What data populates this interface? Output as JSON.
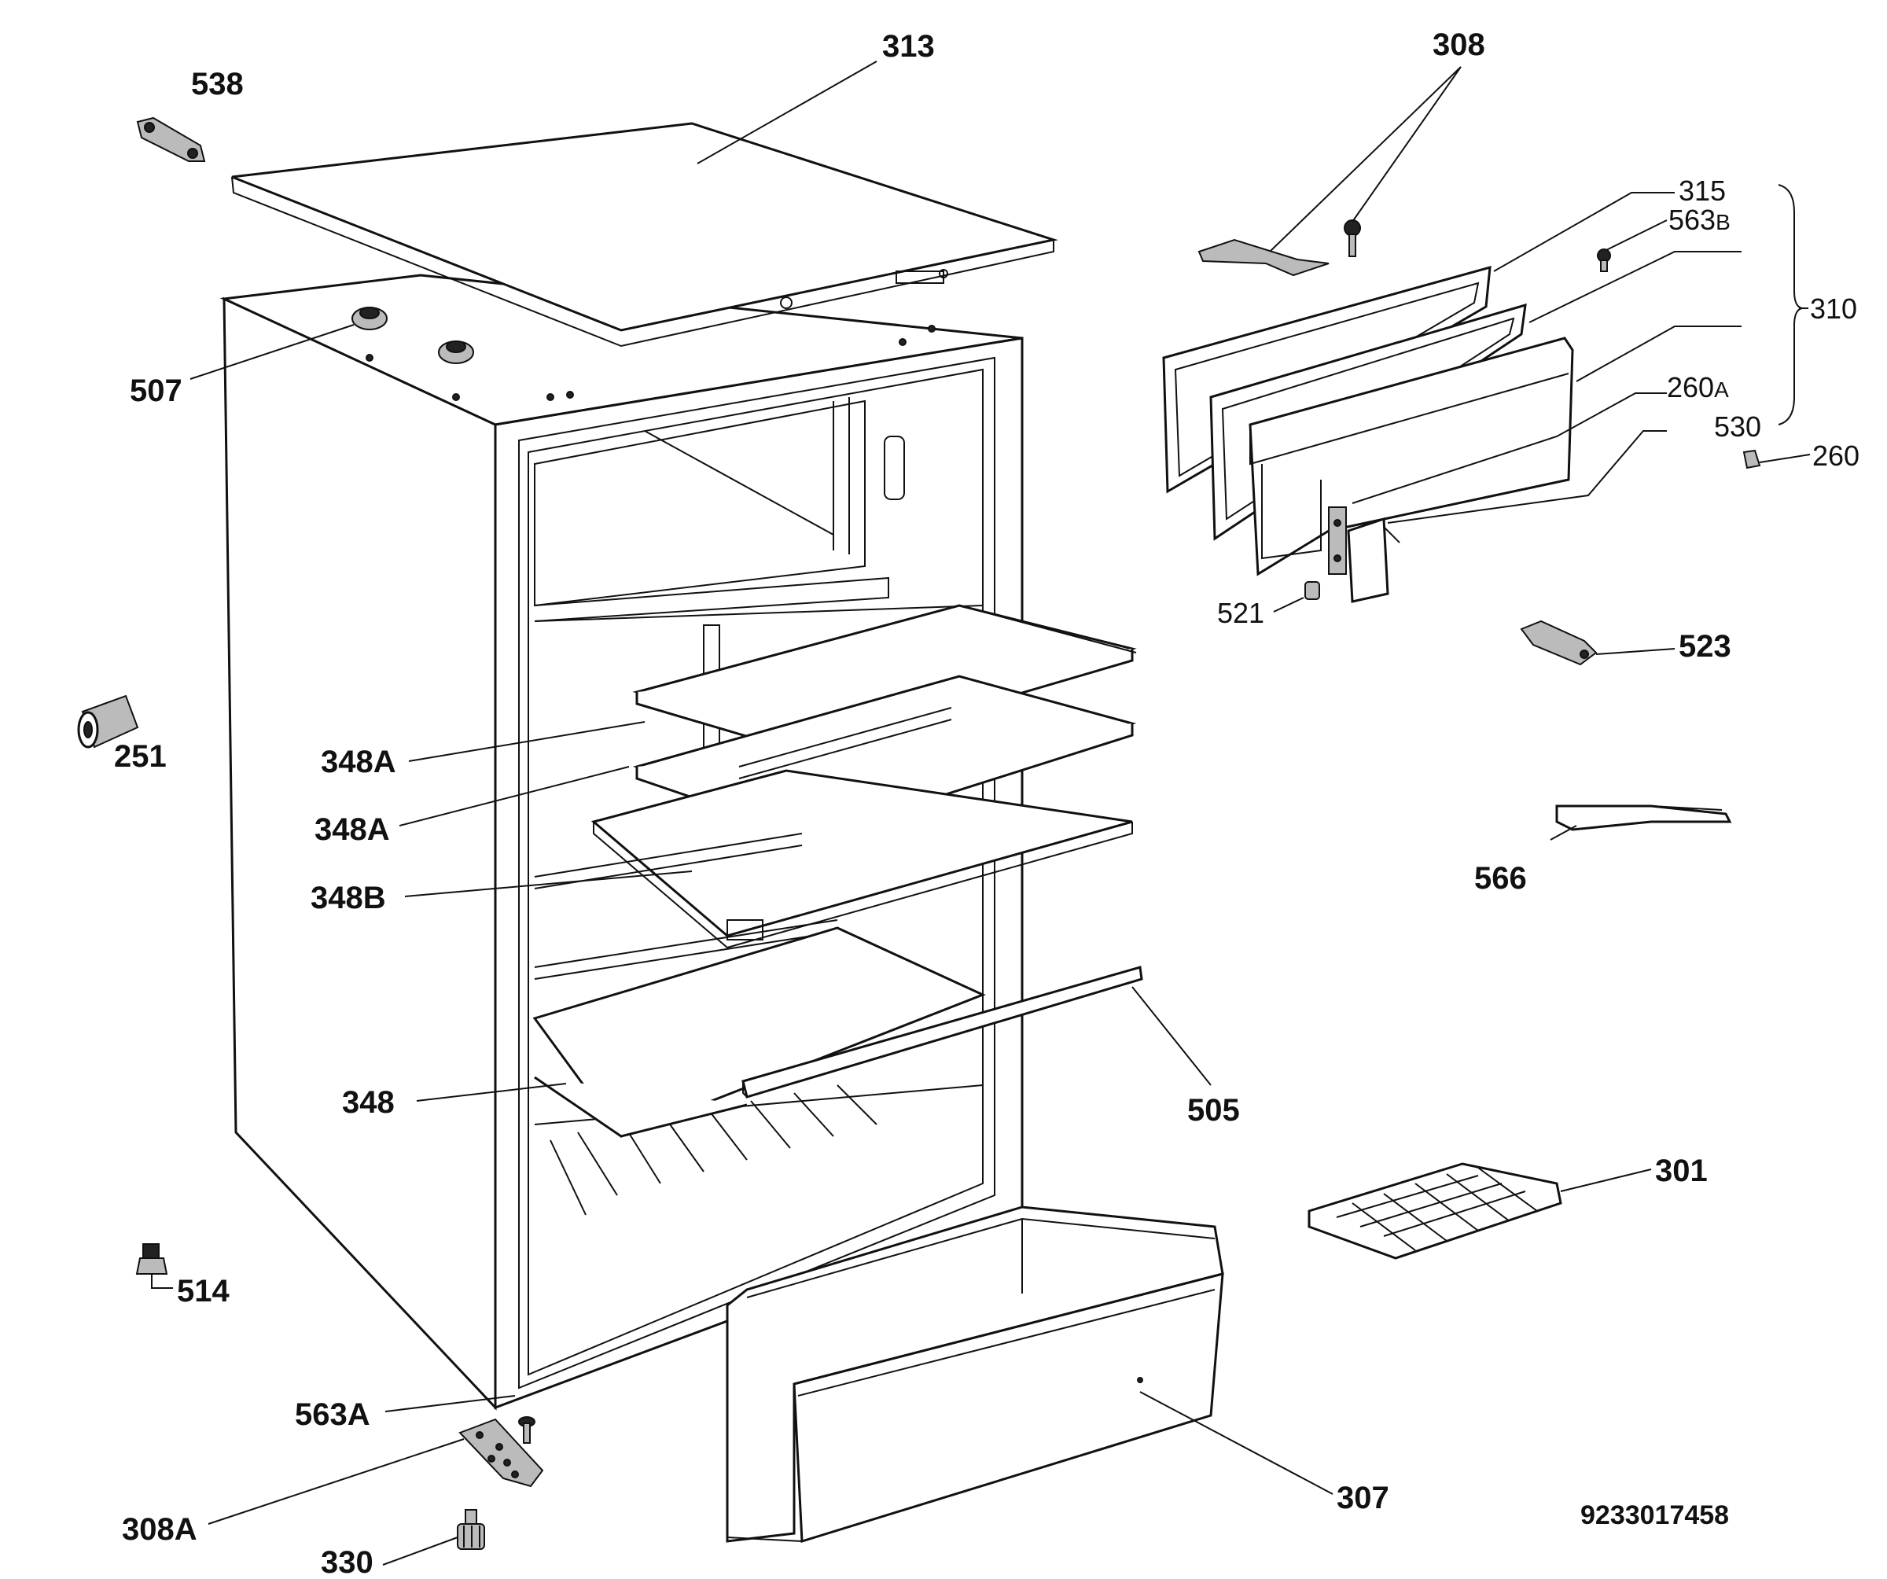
{
  "document_number": "9233017458",
  "labels": [
    {
      "id": "538",
      "text": "538"
    },
    {
      "id": "313",
      "text": "313"
    },
    {
      "id": "308",
      "text": "308"
    },
    {
      "id": "315",
      "text": "315"
    },
    {
      "id": "563B",
      "text": "563",
      "suffix": "B"
    },
    {
      "id": "310",
      "text": "310"
    },
    {
      "id": "260A",
      "text": "260",
      "suffix": "A"
    },
    {
      "id": "530",
      "text": "530"
    },
    {
      "id": "260",
      "text": "260"
    },
    {
      "id": "507",
      "text": "507"
    },
    {
      "id": "521",
      "text": "521"
    },
    {
      "id": "523",
      "text": "523"
    },
    {
      "id": "251",
      "text": "251"
    },
    {
      "id": "348A_1",
      "text": "348A"
    },
    {
      "id": "348A_2",
      "text": "348A"
    },
    {
      "id": "566",
      "text": "566"
    },
    {
      "id": "348B",
      "text": "348B"
    },
    {
      "id": "348",
      "text": "348"
    },
    {
      "id": "505",
      "text": "505"
    },
    {
      "id": "301",
      "text": "301"
    },
    {
      "id": "514",
      "text": "514"
    },
    {
      "id": "563A",
      "text": "563A"
    },
    {
      "id": "307",
      "text": "307"
    },
    {
      "id": "308A",
      "text": "308A"
    },
    {
      "id": "330",
      "text": "330"
    }
  ]
}
